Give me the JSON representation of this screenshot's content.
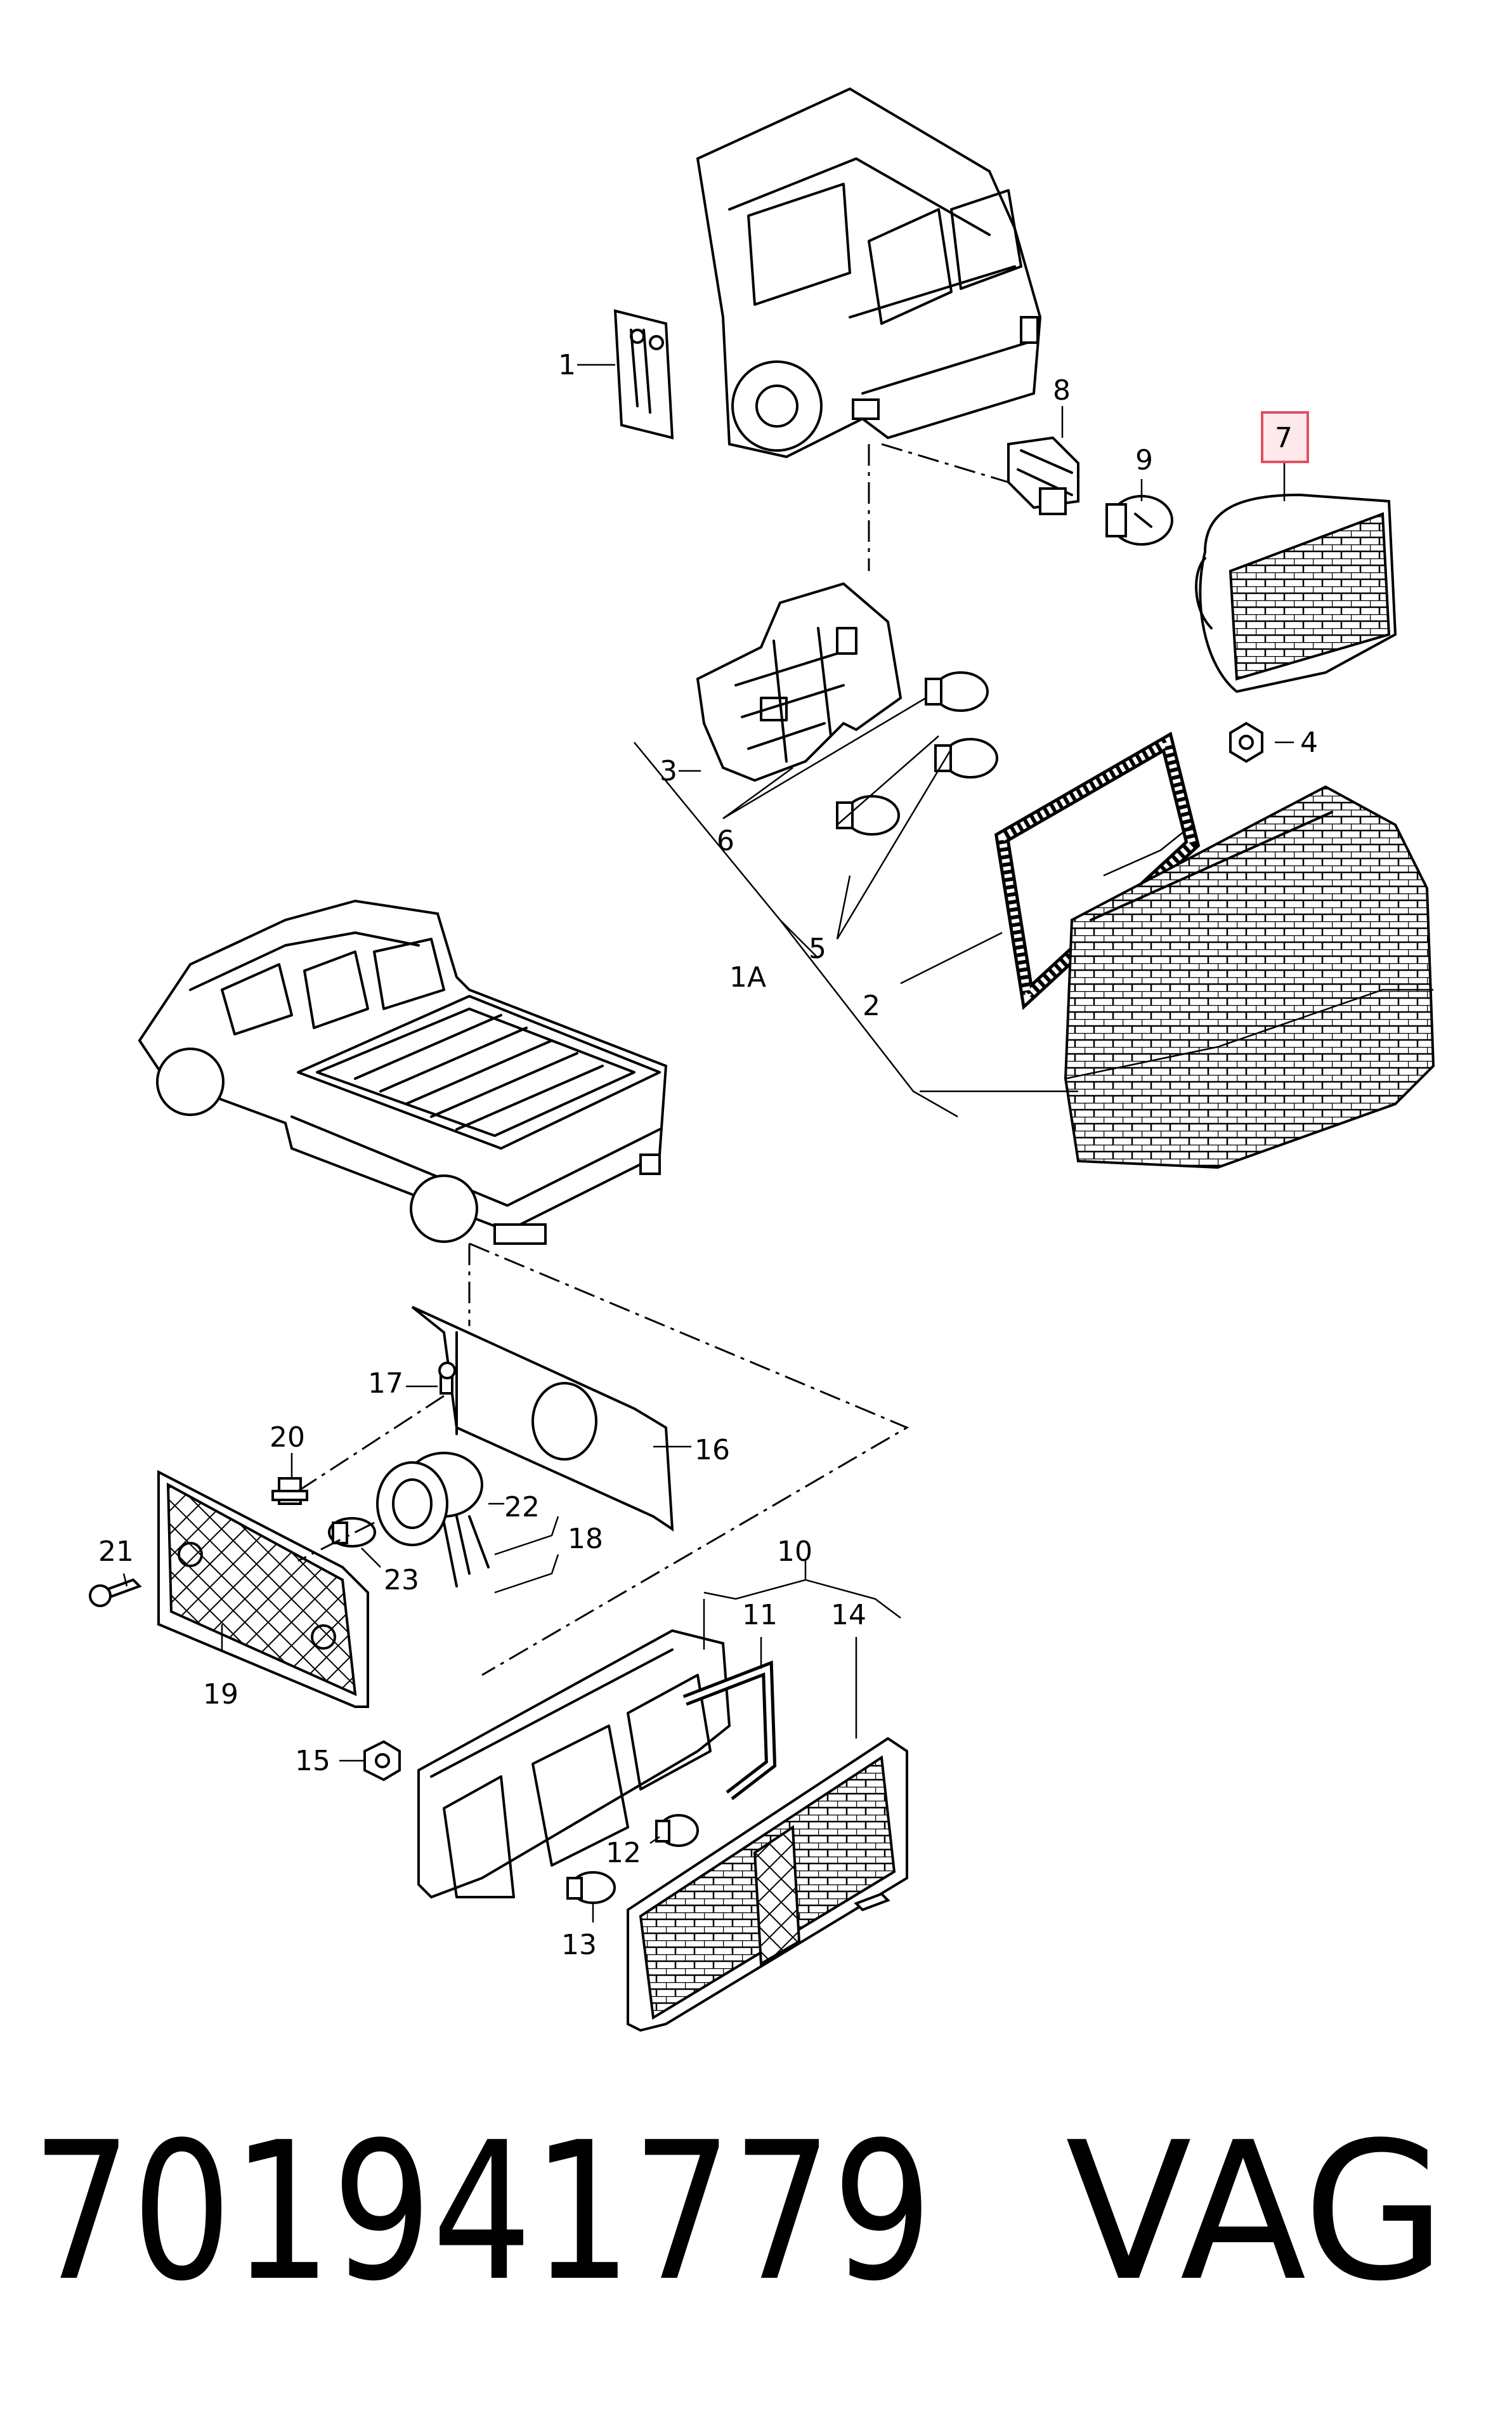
{
  "diagram": {
    "labels": {
      "l1": "1",
      "l1A": "1A",
      "l2": "2",
      "l3": "3",
      "l4": "4",
      "l5": "5",
      "l6": "6",
      "l7": "7",
      "l8": "8",
      "l9": "9",
      "l10": "10",
      "l11": "11",
      "l12": "12",
      "l13": "13",
      "l14": "14",
      "l15": "15",
      "l16": "16",
      "l17": "17",
      "l18": "18",
      "l19": "19",
      "l20": "20",
      "l21": "21",
      "l22": "22",
      "l23": "23"
    },
    "highlighted_label": "7",
    "highlight_color": "#e0505f"
  },
  "footer": {
    "part_number": "701941779",
    "brand": "VAG"
  }
}
